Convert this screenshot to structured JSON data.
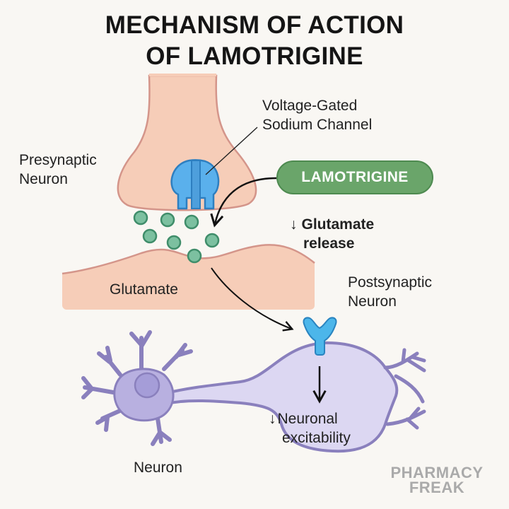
{
  "title": {
    "line1": "MECHANISM OF ACTION",
    "line2": "OF LAMOTRIGINE"
  },
  "labels": {
    "channel_line1": "Voltage-Gated",
    "channel_line2": "Sodium Channel",
    "presynaptic_line1": "Presynaptic",
    "presynaptic_line2": "Neuron",
    "drug": "LAMOTRIGINE",
    "glutamate_release_arrow": "↓",
    "glutamate_release_line1": "Glutamate",
    "glutamate_release_line2": "release",
    "glutamate": "Glutamate",
    "postsynaptic_line1": "Postsynaptic",
    "postsynaptic_line2": "Neuron",
    "excitability_arrow": "↓",
    "excitability_line1": "Neuronal",
    "excitability_line2": "excitability",
    "neuron": "Neuron"
  },
  "brand": {
    "line1": "PHARMACY",
    "line2": "FREAK"
  },
  "colors": {
    "background": "#f9f7f3",
    "terminal_fill": "#f6cdb8",
    "terminal_stroke": "#d4958a",
    "channel_fill": "#5ab0ec",
    "channel_stroke": "#2e7fc0",
    "vesicle_fill": "#7cc0a0",
    "vesicle_stroke": "#3f8d6a",
    "drug_fill": "#6aa56a",
    "neuron_fill": "#d9d4f0",
    "neuron_stroke": "#8a80bd",
    "receptor_fill": "#4cb6ea",
    "brand_text": "#aaaaaa"
  }
}
